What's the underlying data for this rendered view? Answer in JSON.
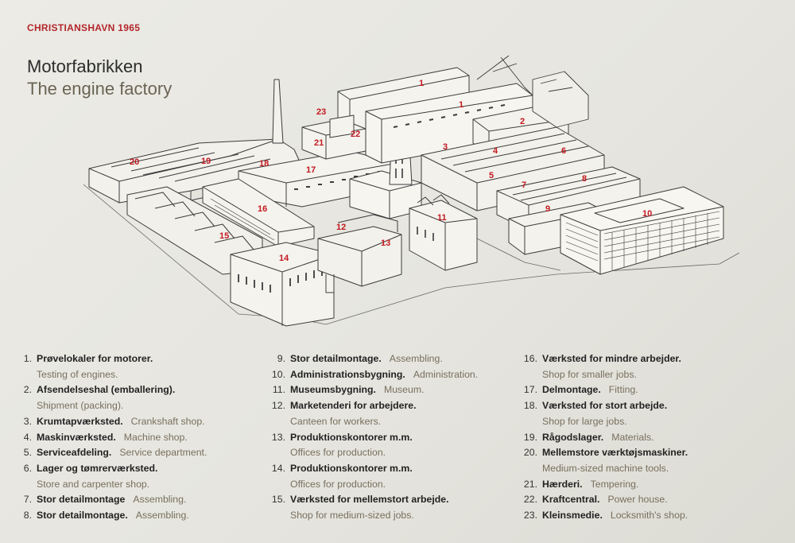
{
  "header": {
    "kicker": "CHRISTIANSHAVN 1965",
    "title_da": "Motorfabrikken",
    "title_en": "The engine factory"
  },
  "colors": {
    "accent_red": "#c2191f",
    "title_dark": "#2c2c2c",
    "title_brown": "#6b6454",
    "english_text": "#786f5e",
    "line_drawing": "#3c3c3c",
    "background": "#e8e7e1"
  },
  "legend": {
    "columns": [
      [
        {
          "n": "1.",
          "da": "Prøvelokaler for motorer.",
          "en": "Testing of engines.",
          "wrap": true
        },
        {
          "n": "2.",
          "da": "Afsendelseshal (emballering).",
          "en": "Shipment (packing).",
          "wrap": true
        },
        {
          "n": "3.",
          "da": "Krumtapværksted.",
          "en": "Crankshaft shop.",
          "wrap": false
        },
        {
          "n": "4.",
          "da": "Maskinværksted.",
          "en": "Machine shop.",
          "wrap": false
        },
        {
          "n": "5.",
          "da": "Serviceafdeling.",
          "en": "Service department.",
          "wrap": false
        },
        {
          "n": "6.",
          "da": "Lager og tømrerværksted.",
          "en": "Store and carpenter shop.",
          "wrap": true
        },
        {
          "n": "7.",
          "da": "Stor detailmontage",
          "en": "Assembling.",
          "wrap": false
        },
        {
          "n": "8.",
          "da": "Stor detailmontage.",
          "en": "Assembling.",
          "wrap": false
        }
      ],
      [
        {
          "n": "9.",
          "da": "Stor detailmontage.",
          "en": "Assembling.",
          "wrap": false
        },
        {
          "n": "10.",
          "da": "Administrationsbygning.",
          "en": "Administration.",
          "wrap": false
        },
        {
          "n": "11.",
          "da": "Museumsbygning.",
          "en": "Museum.",
          "wrap": false
        },
        {
          "n": "12.",
          "da": "Marketenderi for arbejdere.",
          "en": "Canteen for workers.",
          "wrap": true
        },
        {
          "n": "13.",
          "da": "Produktionskontorer m.m.",
          "en": "Offices for production.",
          "wrap": true
        },
        {
          "n": "14.",
          "da": "Produktionskontorer m.m.",
          "en": "Offices for production.",
          "wrap": true
        },
        {
          "n": "15.",
          "da": "Værksted for mellemstort arbejde.",
          "en": "Shop for medium-sized jobs.",
          "wrap": true
        }
      ],
      [
        {
          "n": "16.",
          "da": "Værksted for mindre arbejder.",
          "en": "Shop for smaller jobs.",
          "wrap": true
        },
        {
          "n": "17.",
          "da": "Delmontage.",
          "en": "Fitting.",
          "wrap": false
        },
        {
          "n": "18.",
          "da": "Værksted for stort arbejde.",
          "en": "Shop for large jobs.",
          "wrap": true
        },
        {
          "n": "19.",
          "da": "Rågodslager.",
          "en": "Materials.",
          "wrap": false
        },
        {
          "n": "20.",
          "da": "Mellemstore værktøjsmaskiner.",
          "en": "Medium-sized machine tools.",
          "wrap": true
        },
        {
          "n": "21.",
          "da": "Hærderi.",
          "en": "Tempering.",
          "wrap": false
        },
        {
          "n": "22.",
          "da": "Kraftcentral.",
          "en": "Power house.",
          "wrap": false
        },
        {
          "n": "23.",
          "da": "Kleinsmedie.",
          "en": "Locksmith's shop.",
          "wrap": false
        }
      ]
    ]
  },
  "map_labels": [
    "1",
    "1",
    "2",
    "3",
    "4",
    "5",
    "6",
    "7",
    "8",
    "9",
    "10",
    "11",
    "12",
    "13",
    "14",
    "15",
    "16",
    "17",
    "18",
    "19",
    "20",
    "21",
    "22",
    "23"
  ]
}
